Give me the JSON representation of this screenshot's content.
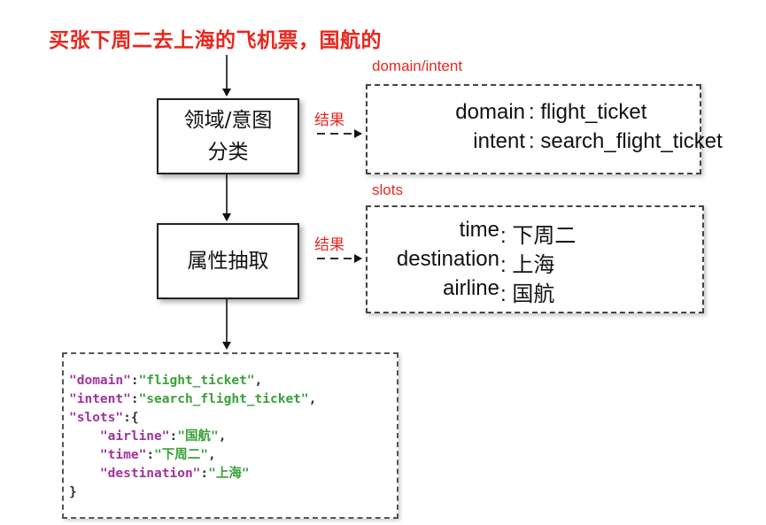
{
  "query": "买张下周二去上海的飞机票，国航的",
  "box_classify": {
    "line1": "领域/意图",
    "line2": "分类"
  },
  "box_extract": {
    "label": "属性抽取"
  },
  "result_label_1": "结果",
  "result_label_2": "结果",
  "panel_intent": {
    "title": "domain/intent",
    "rows": [
      {
        "key": "domain",
        "value": "flight_ticket"
      },
      {
        "key": "intent",
        "value": "search_flight_ticket"
      }
    ]
  },
  "panel_slots": {
    "title": "slots",
    "rows": [
      {
        "key": "time",
        "value": "下周二"
      },
      {
        "key": "destination",
        "value": "上海"
      },
      {
        "key": "airline",
        "value": "国航"
      }
    ]
  },
  "json_output": {
    "domain_key": "\"domain\"",
    "domain_value": "\"flight_ticket\"",
    "intent_key": "\"intent\"",
    "intent_value": "\"search_flight_ticket\"",
    "slots_key": "\"slots\"",
    "airline_key": "\"airline\"",
    "airline_value": "\"国航\"",
    "time_key": "\"time\"",
    "time_value": "\"下周二\"",
    "destination_key": "\"destination\"",
    "destination_value": "\"上海\"",
    "close": "}"
  },
  "colors": {
    "accent_red": "#e8271d",
    "json_key": "#a0339a",
    "json_value": "#3aa13a"
  }
}
